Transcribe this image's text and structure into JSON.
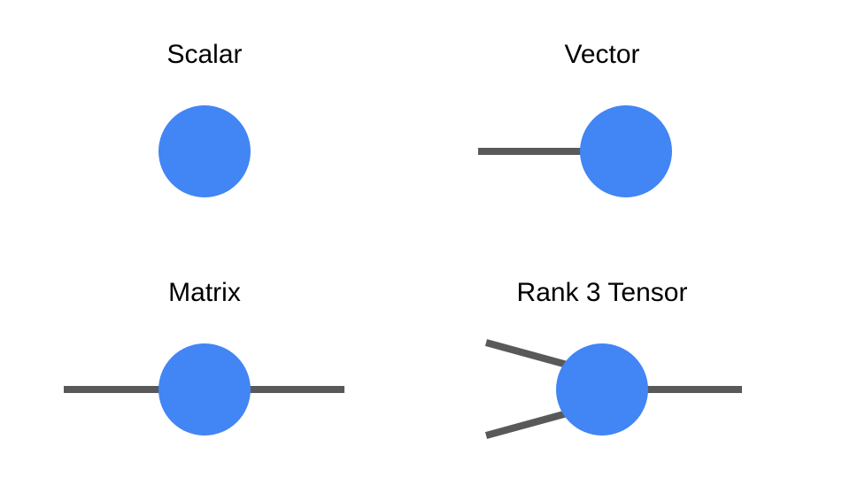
{
  "colors": {
    "node_fill": "#4285F4",
    "edge_stroke": "#595959",
    "label_text": "#000000",
    "background": "#FFFFFF"
  },
  "panels": [
    {
      "title": "Scalar"
    },
    {
      "title": "Vector"
    },
    {
      "title": "Matrix"
    },
    {
      "title": "Rank 3 Tensor"
    }
  ]
}
